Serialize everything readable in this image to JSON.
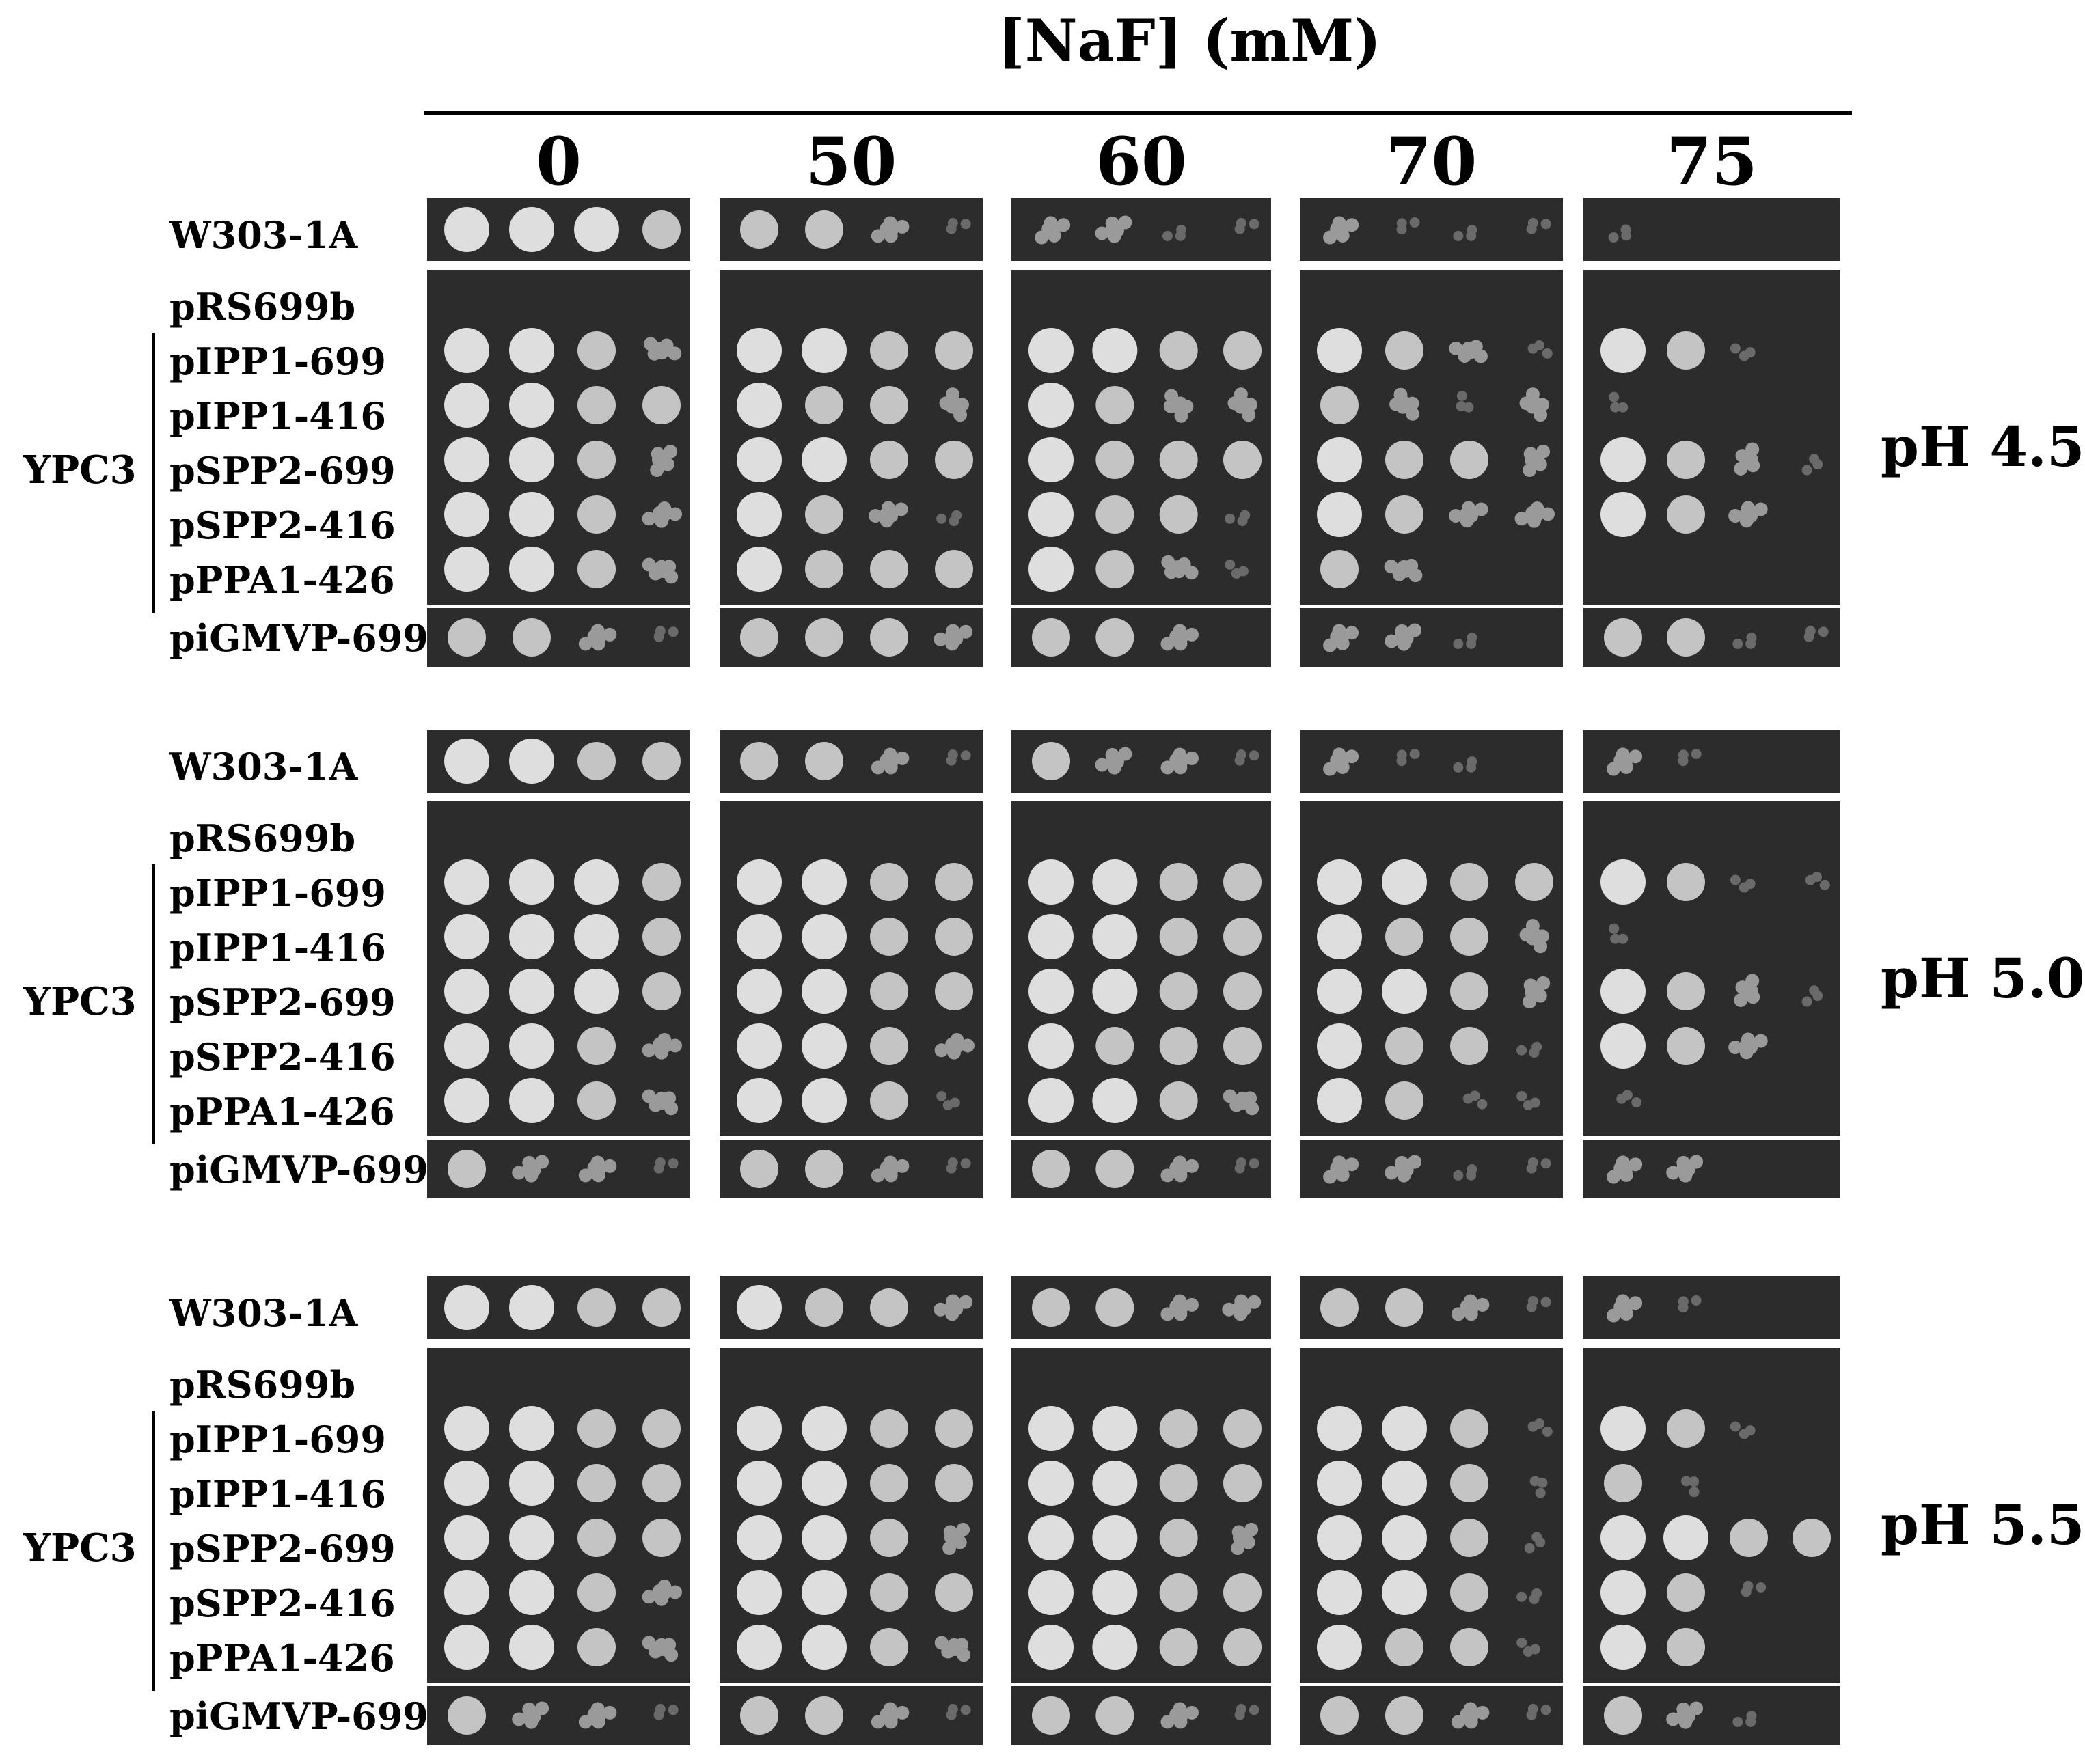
{
  "title": "[NaF] (mM)",
  "concentrations": [
    "0",
    "50",
    "60",
    "70",
    "75"
  ],
  "row_labels": [
    "W303-1A",
    "pRS699b",
    "pIPP1-699",
    "pIPP1-416",
    "pSPP2-699",
    "pSPP2-416",
    "pPPA1-426",
    "piGMVP-699"
  ],
  "group_label": "YPC3",
  "panels": [
    {
      "ph": "pH 4.5",
      "growth": [
        [
          [
            4,
            4,
            4,
            3
          ],
          [
            3,
            3,
            2,
            1
          ],
          [
            2,
            2,
            1,
            1
          ],
          [
            2,
            1,
            1,
            1
          ],
          [
            1,
            0,
            0,
            0
          ]
        ],
        [
          [
            0,
            0,
            0,
            0
          ],
          [
            0,
            0,
            0,
            0
          ],
          [
            0,
            0,
            0,
            0
          ],
          [
            0,
            0,
            0,
            0
          ],
          [
            0,
            0,
            0,
            0
          ]
        ],
        [
          [
            4,
            4,
            3,
            2
          ],
          [
            4,
            4,
            3,
            3
          ],
          [
            4,
            4,
            3,
            3
          ],
          [
            4,
            3,
            2,
            1
          ],
          [
            4,
            3,
            1,
            0
          ]
        ],
        [
          [
            4,
            4,
            3,
            3
          ],
          [
            4,
            3,
            3,
            2
          ],
          [
            4,
            3,
            2,
            2
          ],
          [
            3,
            2,
            1,
            2
          ],
          [
            1,
            0,
            0,
            0
          ]
        ],
        [
          [
            4,
            4,
            3,
            2
          ],
          [
            4,
            4,
            3,
            3
          ],
          [
            4,
            3,
            3,
            3
          ],
          [
            4,
            3,
            3,
            2
          ],
          [
            4,
            3,
            2,
            1
          ]
        ],
        [
          [
            4,
            4,
            3,
            2
          ],
          [
            4,
            3,
            2,
            1
          ],
          [
            4,
            3,
            3,
            1
          ],
          [
            4,
            3,
            2,
            2
          ],
          [
            4,
            3,
            2,
            0
          ]
        ],
        [
          [
            4,
            4,
            3,
            2
          ],
          [
            4,
            3,
            3,
            3
          ],
          [
            4,
            3,
            2,
            1
          ],
          [
            3,
            2,
            0,
            0
          ],
          [
            0,
            0,
            0,
            0
          ]
        ],
        [
          [
            3,
            3,
            2,
            1
          ],
          [
            3,
            3,
            3,
            2
          ],
          [
            3,
            3,
            2,
            0
          ],
          [
            2,
            2,
            1,
            0
          ],
          [
            3,
            3,
            1,
            1
          ]
        ]
      ]
    },
    {
      "ph": "pH 5.0",
      "growth": [
        [
          [
            4,
            4,
            3,
            3
          ],
          [
            3,
            3,
            2,
            1
          ],
          [
            3,
            2,
            2,
            1
          ],
          [
            2,
            1,
            1,
            0
          ],
          [
            2,
            1,
            0,
            0
          ]
        ],
        [
          [
            0,
            0,
            0,
            0
          ],
          [
            0,
            0,
            0,
            0
          ],
          [
            0,
            0,
            0,
            0
          ],
          [
            0,
            0,
            0,
            0
          ],
          [
            0,
            0,
            0,
            0
          ]
        ],
        [
          [
            4,
            4,
            4,
            3
          ],
          [
            4,
            4,
            3,
            3
          ],
          [
            4,
            4,
            3,
            3
          ],
          [
            4,
            4,
            3,
            3
          ],
          [
            4,
            3,
            1,
            1
          ]
        ],
        [
          [
            4,
            4,
            4,
            3
          ],
          [
            4,
            4,
            3,
            3
          ],
          [
            4,
            4,
            3,
            3
          ],
          [
            4,
            3,
            3,
            2
          ],
          [
            1,
            0,
            0,
            0
          ]
        ],
        [
          [
            4,
            4,
            4,
            3
          ],
          [
            4,
            4,
            3,
            3
          ],
          [
            4,
            4,
            3,
            3
          ],
          [
            4,
            4,
            3,
            2
          ],
          [
            4,
            3,
            2,
            1
          ]
        ],
        [
          [
            4,
            4,
            3,
            2
          ],
          [
            4,
            4,
            3,
            2
          ],
          [
            4,
            3,
            3,
            3
          ],
          [
            4,
            3,
            3,
            1
          ],
          [
            4,
            3,
            2,
            0
          ]
        ],
        [
          [
            4,
            4,
            3,
            2
          ],
          [
            4,
            4,
            3,
            1
          ],
          [
            4,
            4,
            3,
            2
          ],
          [
            4,
            3,
            1,
            1
          ],
          [
            1,
            0,
            0,
            0
          ]
        ],
        [
          [
            3,
            2,
            2,
            1
          ],
          [
            3,
            3,
            2,
            1
          ],
          [
            3,
            3,
            2,
            1
          ],
          [
            2,
            2,
            1,
            1
          ],
          [
            2,
            2,
            0,
            0
          ]
        ]
      ]
    },
    {
      "ph": "pH 5.5",
      "growth": [
        [
          [
            4,
            4,
            3,
            3
          ],
          [
            4,
            3,
            3,
            2
          ],
          [
            3,
            3,
            2,
            2
          ],
          [
            3,
            3,
            2,
            1
          ],
          [
            2,
            1,
            0,
            0
          ]
        ],
        [
          [
            0,
            0,
            0,
            0
          ],
          [
            0,
            0,
            0,
            0
          ],
          [
            0,
            0,
            0,
            0
          ],
          [
            0,
            0,
            0,
            0
          ],
          [
            0,
            0,
            0,
            0
          ]
        ],
        [
          [
            4,
            4,
            3,
            3
          ],
          [
            4,
            4,
            3,
            3
          ],
          [
            4,
            4,
            3,
            3
          ],
          [
            4,
            4,
            3,
            1
          ],
          [
            4,
            3,
            1,
            0
          ]
        ],
        [
          [
            4,
            4,
            3,
            3
          ],
          [
            4,
            4,
            3,
            3
          ],
          [
            4,
            4,
            3,
            3
          ],
          [
            4,
            4,
            3,
            1
          ],
          [
            3,
            1,
            0,
            0
          ]
        ],
        [
          [
            4,
            4,
            3,
            3
          ],
          [
            4,
            4,
            3,
            2
          ],
          [
            4,
            4,
            3,
            2
          ],
          [
            4,
            4,
            3,
            1
          ],
          [
            4,
            4,
            3,
            3
          ]
        ],
        [
          [
            4,
            4,
            3,
            2
          ],
          [
            4,
            4,
            3,
            3
          ],
          [
            4,
            4,
            3,
            3
          ],
          [
            4,
            4,
            3,
            1
          ],
          [
            4,
            3,
            1,
            0
          ]
        ],
        [
          [
            4,
            4,
            3,
            2
          ],
          [
            4,
            4,
            3,
            2
          ],
          [
            4,
            4,
            3,
            3
          ],
          [
            4,
            3,
            3,
            1
          ],
          [
            4,
            3,
            0,
            0
          ]
        ],
        [
          [
            3,
            2,
            2,
            1
          ],
          [
            3,
            3,
            2,
            1
          ],
          [
            3,
            3,
            2,
            1
          ],
          [
            3,
            3,
            2,
            1
          ],
          [
            3,
            2,
            1,
            0
          ]
        ]
      ]
    }
  ]
}
